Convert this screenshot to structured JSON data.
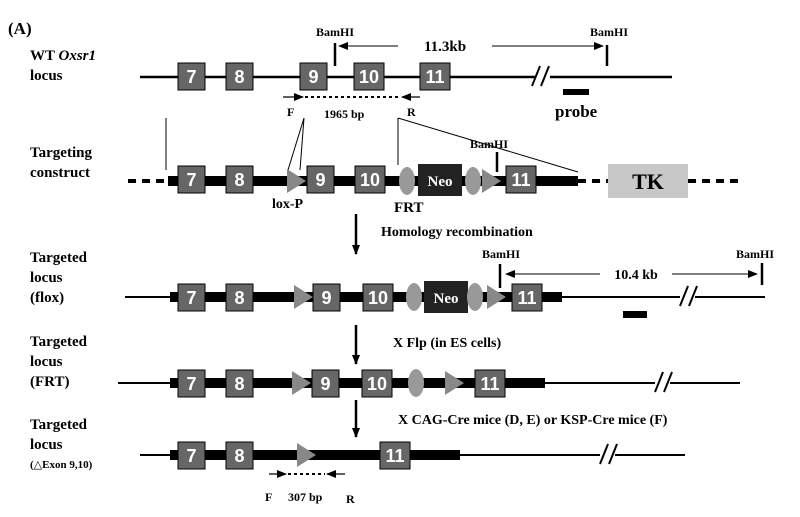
{
  "panel_label": "(A)",
  "rows": {
    "wt": {
      "label_line1_prefix": "WT ",
      "label_line1_gene": "Oxsr1",
      "label_line2": "locus"
    },
    "construct": {
      "label_line1": "Targeting",
      "label_line2": "construct"
    },
    "flox": {
      "label_line1": "Targeted",
      "label_line2": "locus",
      "label_line3": "(flox)"
    },
    "frt": {
      "label_line1": "Targeted",
      "label_line2": "locus",
      "label_line3": "(FRT)"
    },
    "delta": {
      "label_line1": "Targeted",
      "label_line2": "locus",
      "label_line3": "(△Exon 9,10)"
    }
  },
  "exons": {
    "e7": "7",
    "e8": "8",
    "e9": "9",
    "e10": "10",
    "e11": "11"
  },
  "cassettes": {
    "neo": "Neo",
    "tk": "TK"
  },
  "features": {
    "bamhi": "BamHI",
    "dist_wt": "11.3kb",
    "dist_flox": "10.4 kb",
    "probe": "probe",
    "pcr_wt": "1965 bp",
    "pcr_delta": "307 bp",
    "primer_f": "F",
    "primer_r": "R",
    "loxp": "lox-P",
    "frt": "FRT"
  },
  "steps": {
    "homology": "Homology recombination",
    "flp": "X Flp (in ES cells)",
    "cre": "X CAG-Cre mice (D, E)  or KSP-Cre mice (F)"
  },
  "colors": {
    "exon_fill": "#666666",
    "neo_fill": "#222222",
    "tk_fill": "#c8c8c8",
    "frt_fill": "#999999",
    "loxp_fill": "#888888",
    "line": "#000000"
  }
}
